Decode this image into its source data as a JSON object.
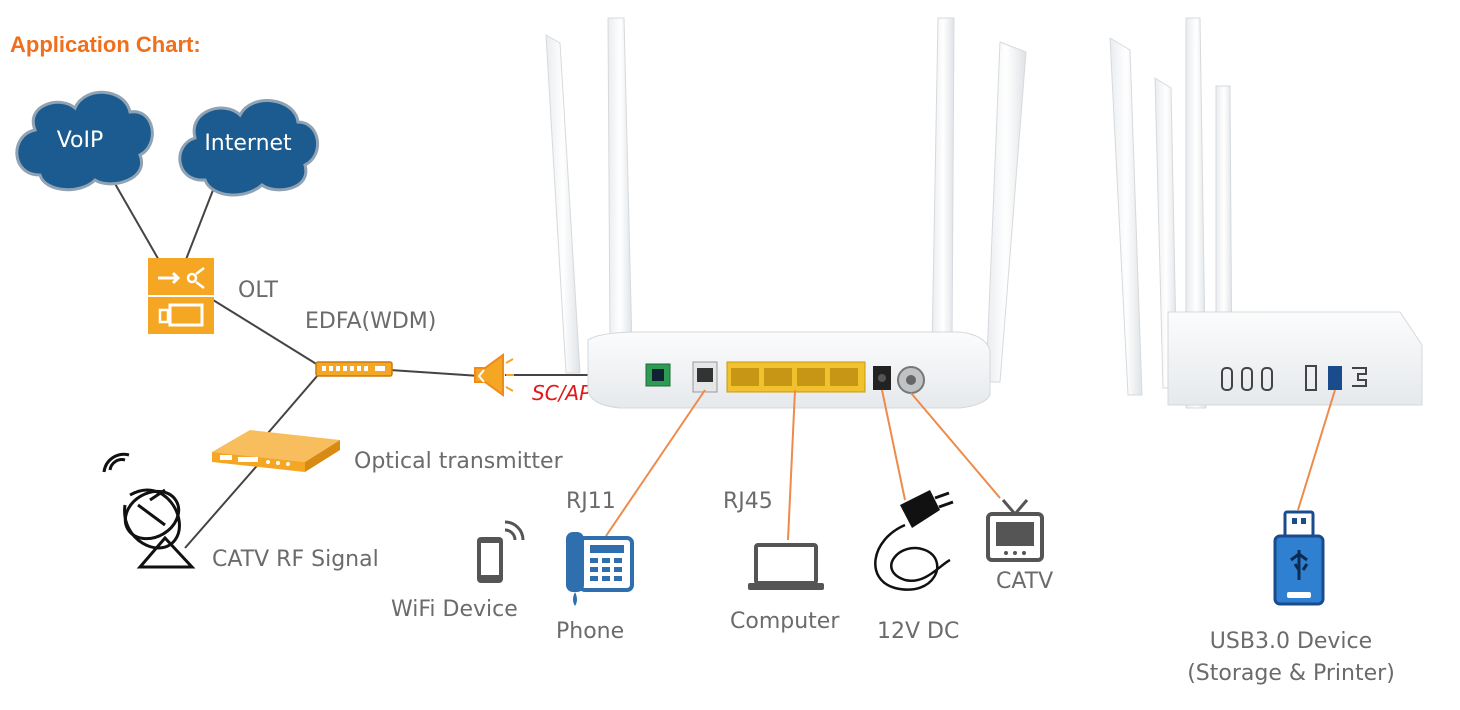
{
  "heading": "Application Chart:",
  "clouds": {
    "voip": "VoIP",
    "internet": "Internet"
  },
  "labels": {
    "olt": "OLT",
    "edfa": "EDFA(WDM)",
    "sc_apc": "SC/APC",
    "optical_transmitter": "Optical transmitter",
    "catv_rf": "CATV RF Signal",
    "rj11": "RJ11",
    "rj45": "RJ45",
    "wifi_device": "WiFi Device",
    "phone": "Phone",
    "computer": "Computer",
    "dc12v": "12V DC",
    "catv": "CATV",
    "usb_line1": "USB3.0 Device",
    "usb_line2": "(Storage & Printer)"
  },
  "colors": {
    "accent": "#ef6f1d",
    "cloud": "#1b5b8f",
    "olt": "#f5a623",
    "line": "#ee8a4a",
    "port_yellow": "#f2c12e",
    "port_green": "#2e9b52"
  }
}
